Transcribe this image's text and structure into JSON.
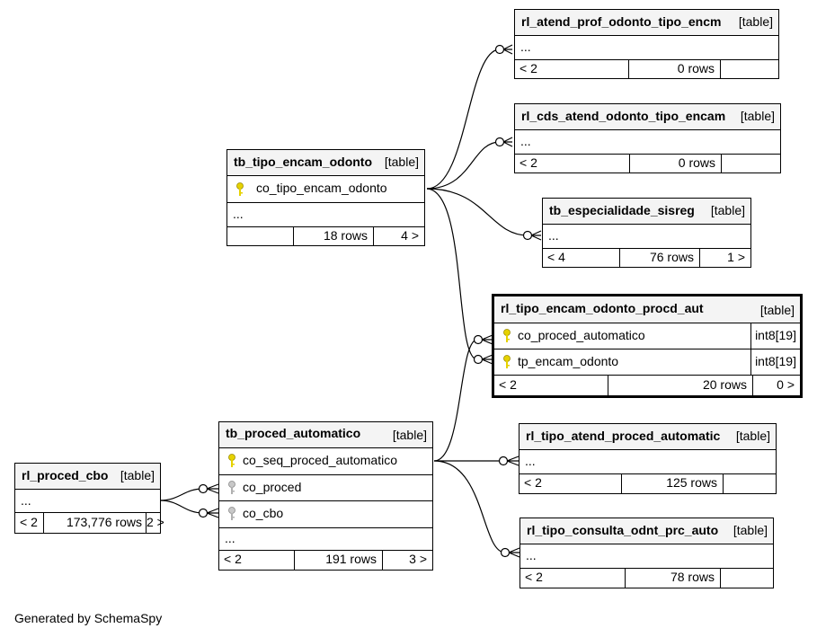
{
  "tables": {
    "t1": {
      "name": "rl_atend_prof_odonto_tipo_encm",
      "type": "[table]",
      "ellipsis": "...",
      "footer": [
        "< 2",
        "0 rows",
        ""
      ]
    },
    "t2": {
      "name": "rl_cds_atend_odonto_tipo_encam",
      "type": "[table]",
      "ellipsis": "...",
      "footer": [
        "< 2",
        "0 rows",
        ""
      ]
    },
    "t3": {
      "name": "tb_especialidade_sisreg",
      "type": "[table]",
      "ellipsis": "...",
      "footer": [
        "< 4",
        "76 rows",
        "1 >"
      ]
    },
    "t4": {
      "name": "tb_tipo_encam_odonto",
      "type": "[table]",
      "columns": [
        {
          "name": "co_tipo_encam_odonto",
          "key": "primary"
        }
      ],
      "ellipsis": "...",
      "footer": [
        "",
        "18 rows",
        "4 >"
      ]
    },
    "t5": {
      "name": "rl_tipo_encam_odonto_procd_aut",
      "type": "[table]",
      "columns": [
        {
          "name": "co_proced_automatico",
          "key": "primary",
          "dtype": "int8[19]"
        },
        {
          "name": "tp_encam_odonto",
          "key": "primary",
          "dtype": "int8[19]"
        }
      ],
      "footer": [
        "< 2",
        "20 rows",
        "0 >"
      ]
    },
    "t6": {
      "name": "rl_tipo_atend_proced_automatic",
      "type": "[table]",
      "ellipsis": "...",
      "footer": [
        "< 2",
        "125 rows",
        ""
      ]
    },
    "t7": {
      "name": "rl_tipo_consulta_odnt_prc_auto",
      "type": "[table]",
      "ellipsis": "...",
      "footer": [
        "< 2",
        "78 rows",
        ""
      ]
    },
    "t8": {
      "name": "tb_proced_automatico",
      "type": "[table]",
      "columns": [
        {
          "name": "co_seq_proced_automatico",
          "key": "primary"
        },
        {
          "name": "co_proced",
          "key": "foreign"
        },
        {
          "name": "co_cbo",
          "key": "foreign"
        }
      ],
      "ellipsis": "...",
      "footer": [
        "< 2",
        "191 rows",
        "3 >"
      ]
    },
    "t9": {
      "name": "rl_proced_cbo",
      "type": "[table]",
      "ellipsis": "...",
      "footer": [
        "< 2",
        "173,776 rows",
        "2 >"
      ]
    }
  },
  "colors": {
    "primary_key": "#e6d200",
    "foreign_key": "#b0b0b0",
    "header_bg": "#f4f4f4"
  },
  "credit": "Generated by SchemaSpy"
}
